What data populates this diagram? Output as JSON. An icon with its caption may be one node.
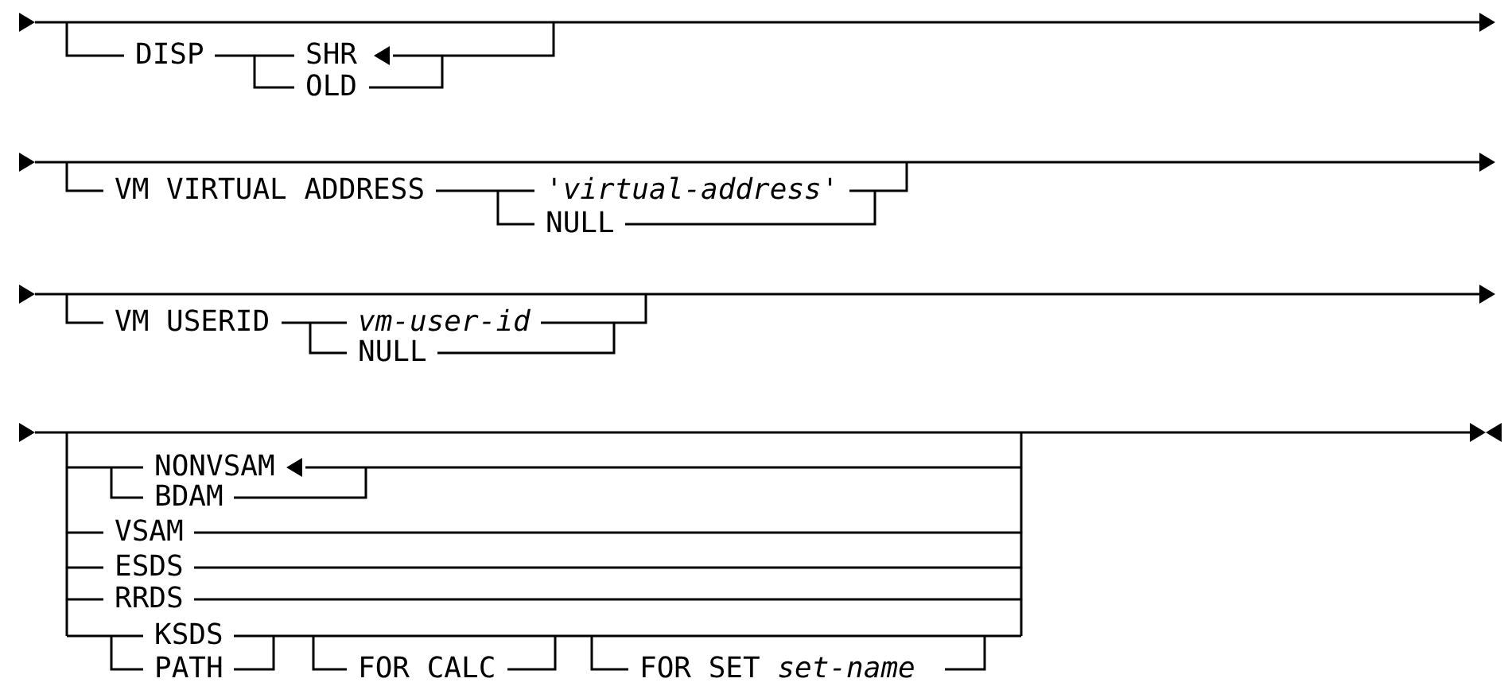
{
  "diagram": {
    "labels": [
      "DISP",
      "SHR",
      "OLD",
      "VM VIRTUAL ADDRESS",
      "'virtual-address'",
      "NULL",
      "VM USERID",
      "vm-user-id",
      "NULL",
      "NONVSAM",
      "BDAM",
      "VSAM",
      "ESDS",
      "RRDS",
      "KSDS",
      "PATH",
      "FOR CALC",
      "FOR SET *set-name*"
    ]
  }
}
